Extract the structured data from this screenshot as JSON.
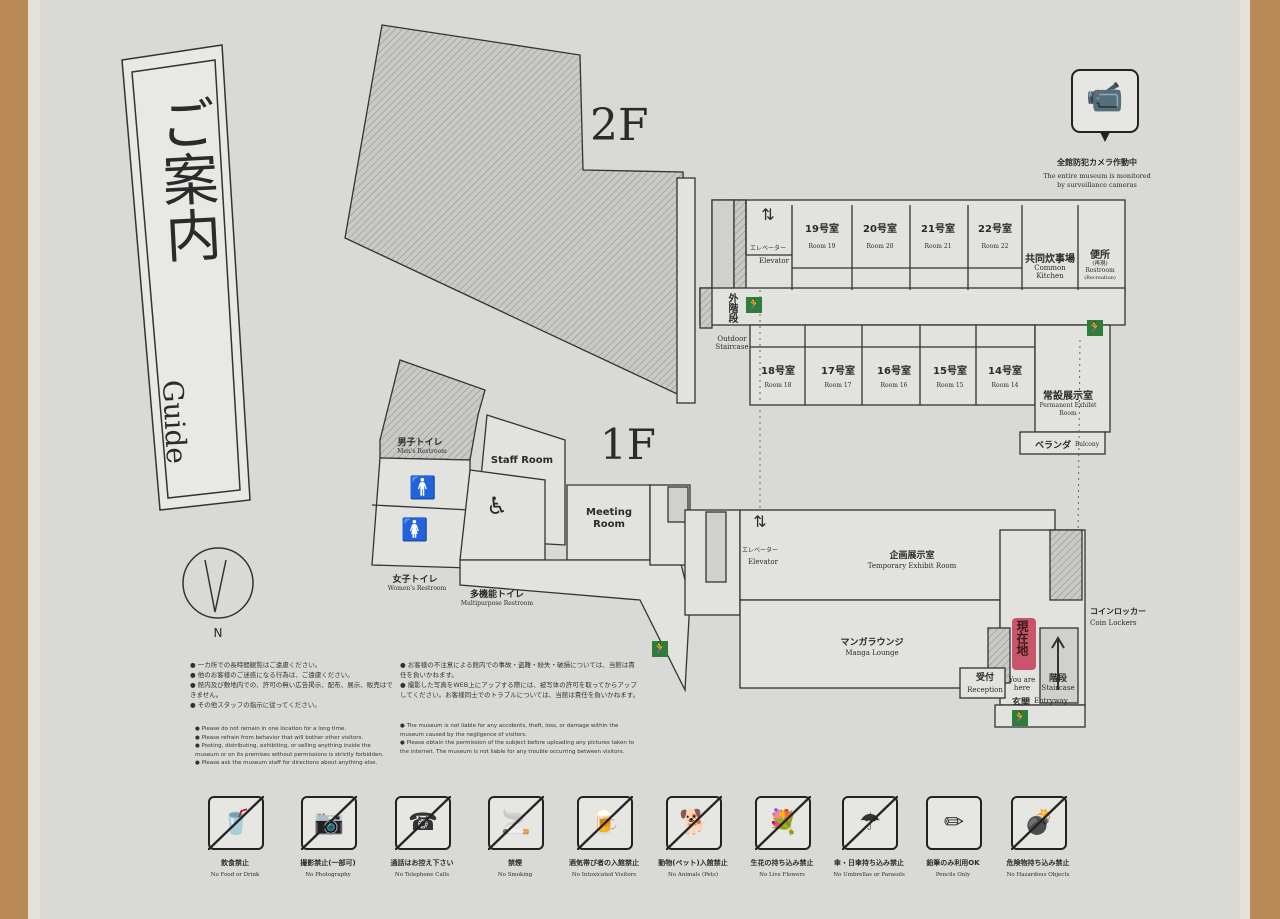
{
  "title": {
    "jp": "ご案内",
    "en": "Guide"
  },
  "compass": {
    "label": "N"
  },
  "floors": {
    "f2": "2F",
    "f1": "1F"
  },
  "camera": {
    "jp": "全館防犯カメラ作動中",
    "en1": "The entire museum is monitored",
    "en2": "by surveillance cameras",
    "icon": "security-camera-icon"
  },
  "f2": {
    "elevator_jp": "エレベーター",
    "elevator_en": "Elevator",
    "rooms_top": [
      {
        "jp": "19号室",
        "en": "Room 19"
      },
      {
        "jp": "20号室",
        "en": "Room 20"
      },
      {
        "jp": "21号室",
        "en": "Room 21"
      },
      {
        "jp": "22号室",
        "en": "Room 22"
      }
    ],
    "rooms_bottom": [
      {
        "jp": "18号室",
        "en": "Room 18"
      },
      {
        "jp": "17号室",
        "en": "Room 17"
      },
      {
        "jp": "16号室",
        "en": "Room 16"
      },
      {
        "jp": "15号室",
        "en": "Room 15"
      },
      {
        "jp": "14号室",
        "en": "Room 14"
      }
    ],
    "kitchen_jp": "共同炊事場",
    "kitchen_en1": "Common",
    "kitchen_en2": "Kitchen",
    "restroom_jp": "便所",
    "restroom_sub": "(再現)",
    "restroom_en": "Restroom",
    "restroom_en_sub": "(Recreation)",
    "outdoor_jp": "外階段",
    "outdoor_en1": "Outdoor",
    "outdoor_en2": "Staircase",
    "permanent_jp": "常設展示室",
    "permanent_en1": "Permanent Exhibit",
    "permanent_en2": "Room",
    "balcony_jp": "ベランダ",
    "balcony_en": "Balcony"
  },
  "f1": {
    "mens_jp": "男子トイレ",
    "mens_en": "Men's Restroom",
    "womens_jp": "女子トイレ",
    "womens_en": "Women's Restroom",
    "multi_jp": "多機能トイレ",
    "multi_en": "Multipurpose Restroom",
    "staff": "Staff Room",
    "meeting1": "Meeting",
    "meeting2": "Room",
    "elevator_jp": "エレベーター",
    "elevator_en": "Elevator",
    "temp_jp": "企画展示室",
    "temp_en": "Temporary Exhibit Room",
    "manga_jp": "マンガラウンジ",
    "manga_en": "Manga Lounge",
    "lockers_jp": "コインロッカー",
    "lockers_en": "Coin Lockers",
    "here_jp": "現在地",
    "here_en1": "You are",
    "here_en2": "here",
    "stairs_jp": "階段",
    "stairs_en": "Staircase",
    "reception_jp": "受付",
    "reception_en": "Reception",
    "entry_jp": "玄関",
    "entry_en": "Entryway"
  },
  "notes": {
    "jp_left": [
      "一カ所での長時間観覧はご遠慮ください。",
      "他のお客様のご迷惑になる行為は、ご遠慮ください。",
      "館内及び敷地内での、許可の無い広告掲示、配布、展示、販売はできません。",
      "その他スタッフの指示に従ってください。"
    ],
    "en_left": [
      "Please do not remain in one location for a long time.",
      "Please refrain from behavior that will bother other visitors.",
      "Posting, distributing, exhibiting, or selling anything inside the museum or on its premises without permissions is strictly forbidden.",
      "Please ask the museum staff for directions about anything else."
    ],
    "jp_right": [
      "お客様の不注意による館内での事故・盗難・紛失・破損については、当館は責任を負いかねます。",
      "撮影した写真をWEB上にアップする際には、被写体の許可を取ってからアップしてください。お客様同士でのトラブルについては、当館は責任を負いかねます。"
    ],
    "en_right": [
      "The museum is not liable for any accidents, theft, loss, or damage within the museum caused by the negligence of visitors.",
      "Please obtain the permission of the subject before uploading any pictures taken to the internet. The museum is not liable for any trouble occurring between visitors."
    ]
  },
  "rules": [
    {
      "jp": "飲食禁止",
      "en": "No Food or Drink",
      "glyph": "🥤",
      "icon": "no-food-icon"
    },
    {
      "jp": "撮影禁止(一部可)",
      "en": "No Photography",
      "glyph": "📷",
      "icon": "no-photography-icon"
    },
    {
      "jp": "通話はお控え下さい",
      "en": "No Telephone Calls",
      "glyph": "☎",
      "icon": "no-phone-icon"
    },
    {
      "jp": "禁煙",
      "en": "No Smoking",
      "glyph": "🚬",
      "icon": "no-smoking-icon"
    },
    {
      "jp": "酒気帯び者の入館禁止",
      "en": "No Intoxicated Visitors",
      "glyph": "🍺",
      "icon": "no-alcohol-icon"
    },
    {
      "jp": "動物(ペット)入館禁止",
      "en": "No Animals (Pets)",
      "glyph": "🐕",
      "icon": "no-animals-icon"
    },
    {
      "jp": "生花の持ち込み禁止",
      "en": "No Live Flowers",
      "glyph": "💐",
      "icon": "no-flowers-icon"
    },
    {
      "jp": "傘・日傘持ち込み禁止",
      "en": "No Umbrellas or Parasols",
      "glyph": "☂",
      "icon": "no-umbrella-icon"
    },
    {
      "jp": "鉛筆のみ利用OK",
      "en": "Pencils Only",
      "glyph": "✏",
      "icon": "pencil-only-icon",
      "ok": true
    },
    {
      "jp": "危険物持ち込み禁止",
      "en": "No Hazardous Objects",
      "glyph": "💣",
      "icon": "no-hazard-icon"
    }
  ]
}
